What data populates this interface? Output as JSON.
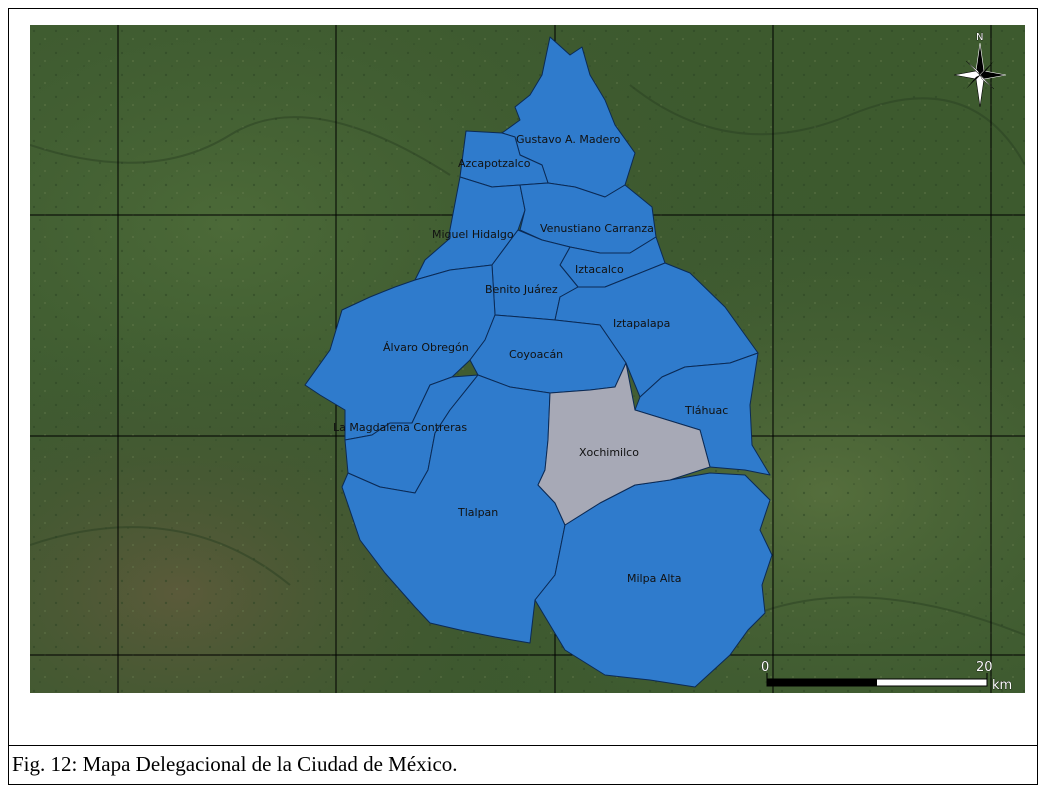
{
  "caption": "Fig. 12: Mapa Delegacional de la Ciudad de México.",
  "map": {
    "colors": {
      "borough_fill": "#2f7bcc",
      "highlight_fill": "#a7a9b6",
      "satellite_base": "#3d5a2e",
      "grid_line": "#000000"
    },
    "boroughs": [
      {
        "name": "Gustavo A. Madero"
      },
      {
        "name": "Azcapotzalco"
      },
      {
        "name": "Miguel Hidalgo"
      },
      {
        "name": "Venustiano Carranza"
      },
      {
        "name": "Iztacalco"
      },
      {
        "name": "Benito Juárez"
      },
      {
        "name": "Iztapalapa"
      },
      {
        "name": "Álvaro Obregón"
      },
      {
        "name": "Coyoacán"
      },
      {
        "name": "Tláhuac"
      },
      {
        "name": "La Magdalena Contreras"
      },
      {
        "name": "Xochimilco",
        "highlighted": true
      },
      {
        "name": "Tlalpan"
      },
      {
        "name": "Milpa Alta"
      }
    ],
    "north_arrow": {
      "label": "N",
      "icon": "compass-rose-icon"
    },
    "scale_bar": {
      "start_label": "0",
      "end_label": "20",
      "unit": "km"
    }
  }
}
